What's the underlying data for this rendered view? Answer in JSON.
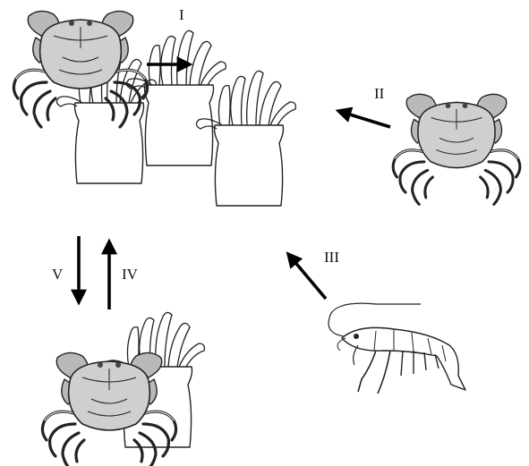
{
  "labels": {
    "step_1": "I",
    "step_2": "II",
    "step_3": "III",
    "step_4": "IV",
    "step_5": "V"
  },
  "icons": {
    "crab": "crab-icon",
    "anemone": "anemone-icon",
    "shrimp": "shrimp-icon",
    "arrow": "arrow-icon"
  },
  "colors": {
    "ink": "#222222",
    "shell": "#cfcfcf",
    "background": "#ffffff"
  }
}
